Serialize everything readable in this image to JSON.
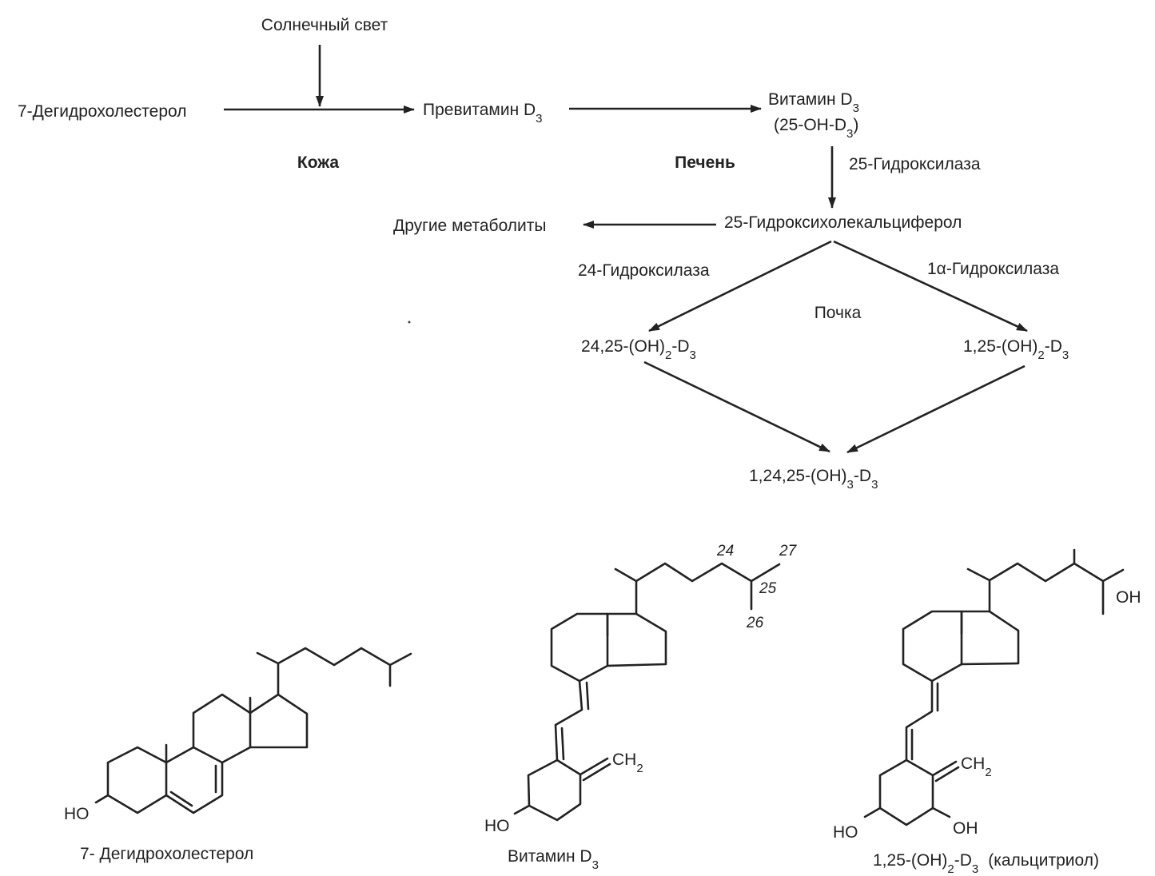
{
  "pathway": {
    "sunlight": "Солнечный свет",
    "dehydrocholesterol": "7-Дегидрохолестерол",
    "previtamin": "Превитамин D",
    "previtamin_sub": "3",
    "vitamin_d3": "Витамин D",
    "vitamin_d3_sub": "3",
    "vitamin_d3_alt": "(25-OH-D",
    "vitamin_d3_alt_sub": "3",
    "vitamin_d3_alt_close": ")",
    "skin": "Кожа",
    "liver": "Печень",
    "hydroxylase_25": "25-Гидроксилаза",
    "hydroxycholecalciferol": "25-Гидроксихолекальциферол",
    "other_metabolites": "Другие метаболиты",
    "hydroxylase_24": "24-Гидроксилаза",
    "hydroxylase_1a": "1α-Гидроксилаза",
    "kidney": "Почка",
    "oh2_24_25": "24,25-(OH)",
    "oh2_24_25_sub": "2",
    "oh2_24_25_tail": "-D",
    "oh2_24_25_sub2": "3",
    "oh2_1_25": "1,25-(OH)",
    "oh2_1_25_sub": "2",
    "oh2_1_25_tail": "-D",
    "oh2_1_25_sub2": "3",
    "oh3": "1,24,25-(OH)",
    "oh3_sub": "3",
    "oh3_tail": "-D",
    "oh3_sub2": "3"
  },
  "structures": {
    "dehydro": {
      "ho": "HO",
      "caption": "7- Дегидрохолестерол"
    },
    "vitd3": {
      "n24": "24",
      "n25": "25",
      "n26": "26",
      "n27": "27",
      "ch2": "CH",
      "ch2_sub": "2",
      "ho": "HO",
      "caption": "Витамин D",
      "caption_sub": "3"
    },
    "calcitriol": {
      "oh_side": "OH",
      "ch2": "CH",
      "ch2_sub": "2",
      "ho": "HO",
      "oh_ring": "OH",
      "caption": "1,25-(OH)",
      "caption_sub": "2",
      "caption_tail": "-D",
      "caption_sub2": "3",
      "caption_name": "(кальцитриол)"
    }
  }
}
